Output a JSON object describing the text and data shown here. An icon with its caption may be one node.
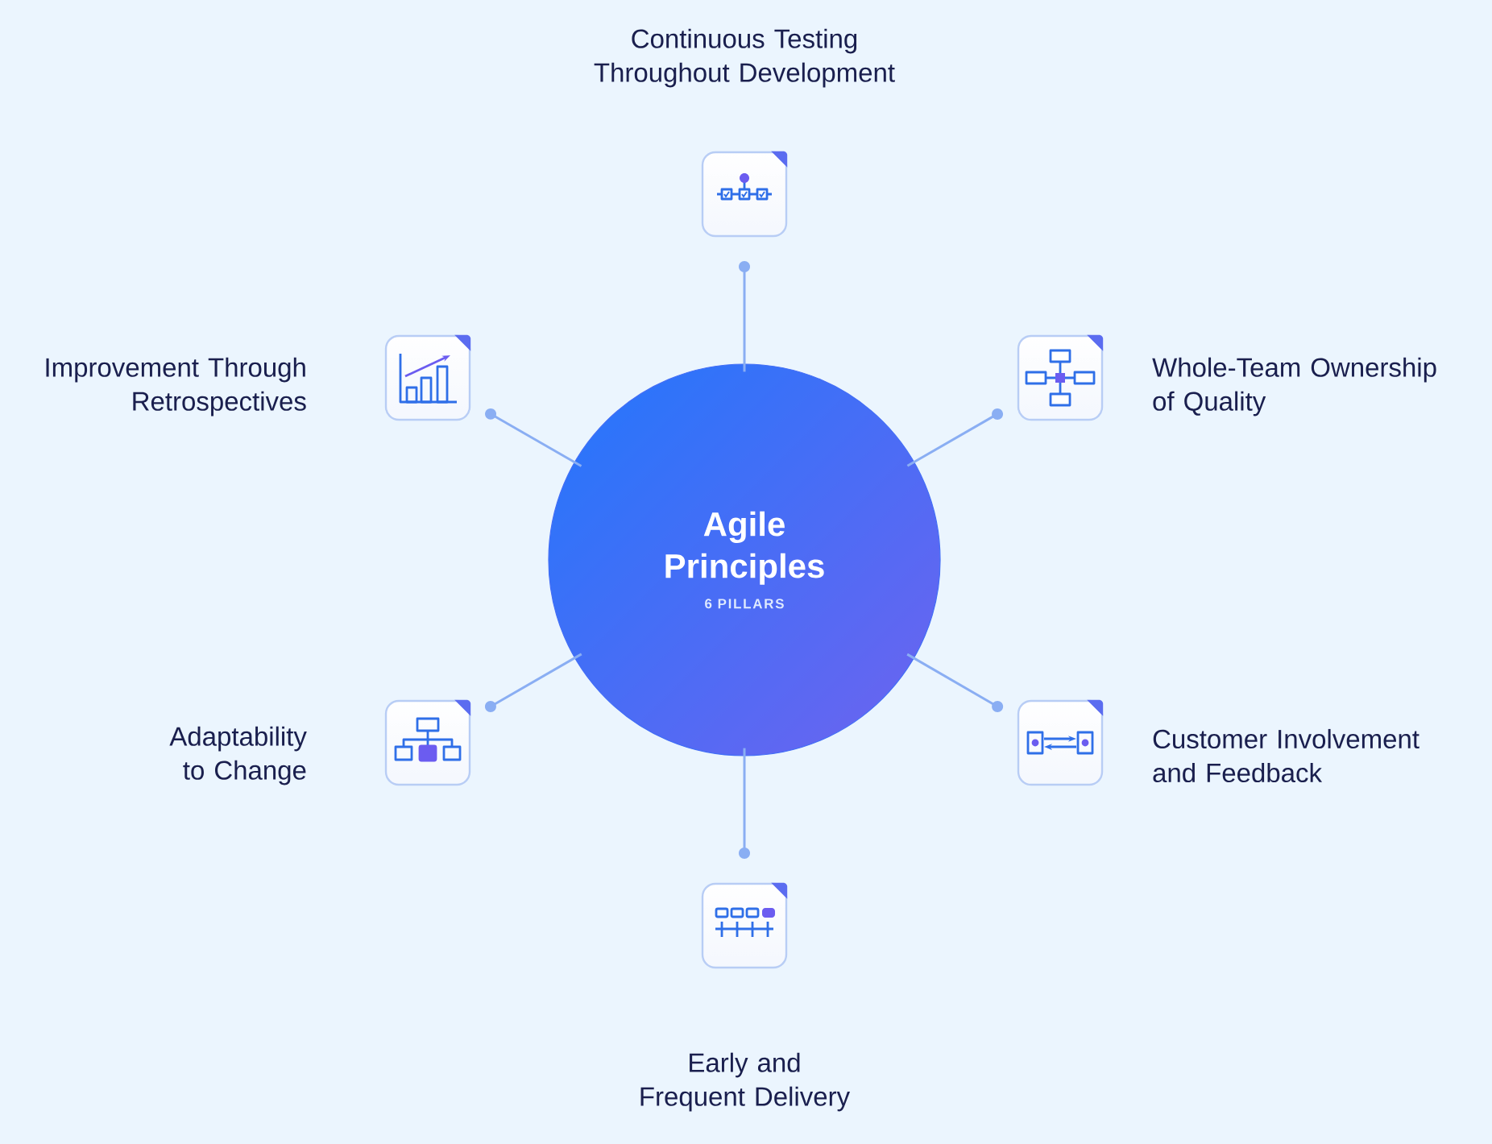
{
  "diagram": {
    "nodes": [
      {
        "text": [
          "Agile Principles",
          "6 PILLARS"
        ]
      },
      {
        "text": [],
        "shape": "box",
        "beside": [
          "Continuous Testing Throughout Development"
        ]
      },
      {
        "text": [],
        "shape": "box",
        "beside": [
          "Improvement Through Retrospectives"
        ]
      },
      {
        "text": [],
        "shape": "box",
        "beside": [
          "Whole-Team Ownership of Quality"
        ]
      },
      {
        "text": [],
        "shape": "box",
        "beside": [
          "Adaptability to Change"
        ]
      },
      {
        "text": [],
        "shape": "box",
        "beside": [
          "Customer Involvement and Feedback"
        ]
      },
      {
        "text": [],
        "shape": "box",
        "beside": [
          "Early and Frequent Delivery"
        ]
      }
    ],
    "edges": [
      {
        "from": 0,
        "to": 1,
        "arrow": "other"
      },
      {
        "from": 0,
        "to": 2,
        "arrow": "other"
      },
      {
        "from": 0,
        "to": 3,
        "arrow": "other"
      },
      {
        "from": 0,
        "to": 4,
        "arrow": "other"
      },
      {
        "from": 0,
        "to": 5,
        "arrow": "other"
      },
      {
        "from": 0,
        "to": 6,
        "arrow": "other"
      }
    ]
  }
}
